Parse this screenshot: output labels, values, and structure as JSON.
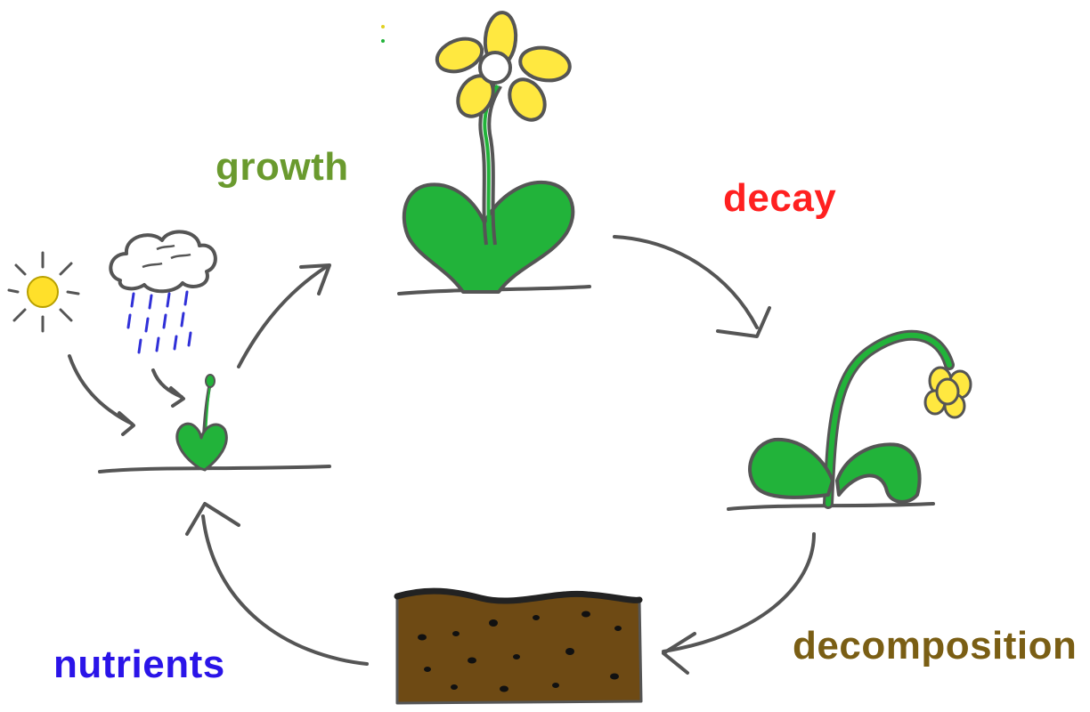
{
  "labels": {
    "growth": "growth",
    "decay": "decay",
    "decomposition": "decomposition",
    "nutrients": "nutrients"
  },
  "colors": {
    "growth": "#6a9a2e",
    "decay": "#ff2020",
    "decomposition": "#7a5e14",
    "nutrients": "#2a14e8",
    "leaf": "#22b33a",
    "petal": "#ffe840",
    "soil": "#6e4a14",
    "outline": "#555555",
    "rain": "#3030d8"
  }
}
